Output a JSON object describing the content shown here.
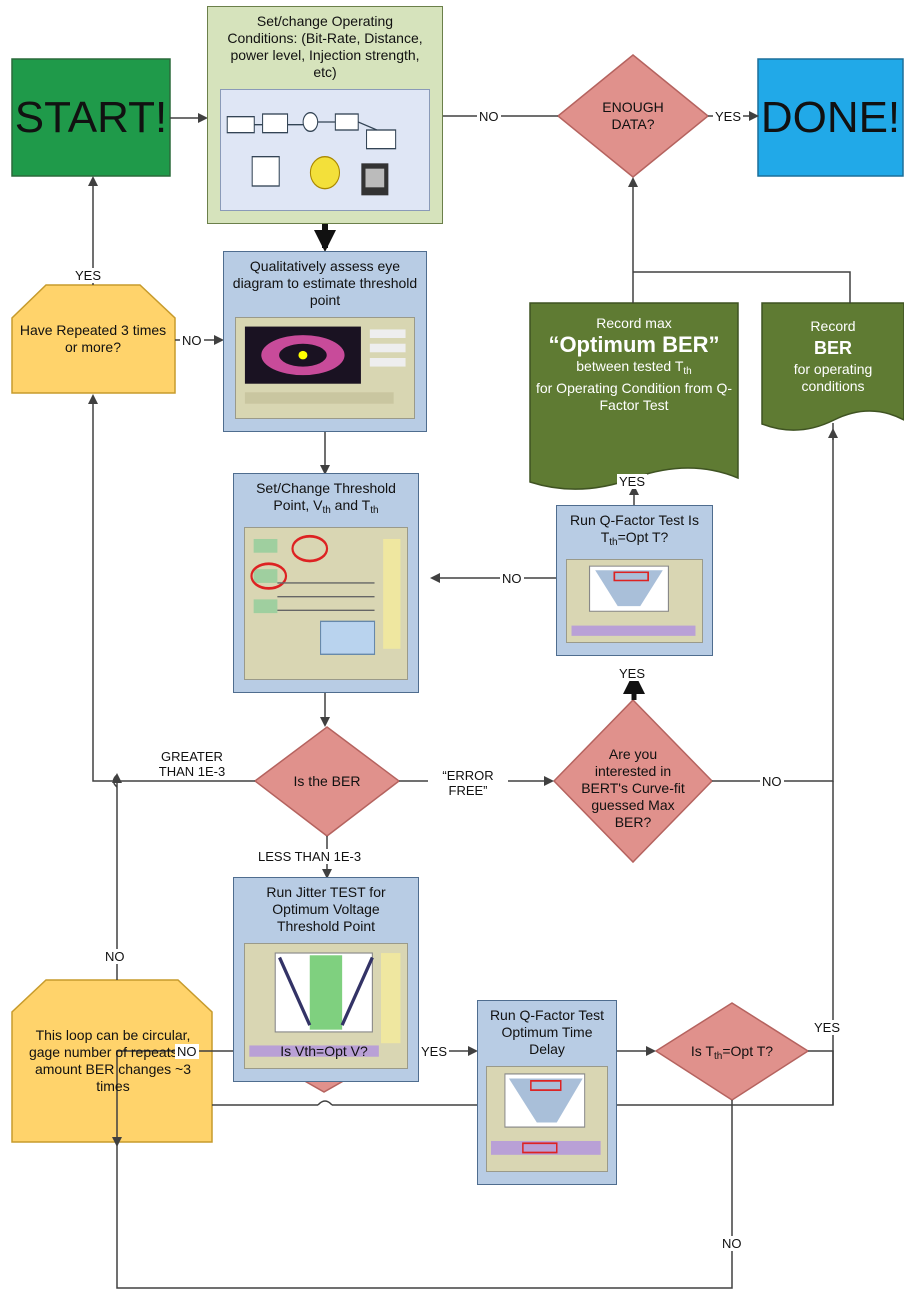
{
  "colors": {
    "start": "#1f9a4a",
    "done": "#21a9e8",
    "process": "#b8cce4",
    "process_top": "#d6e3bc",
    "decision": "#e0918c",
    "document": "#5f7b33",
    "loop": "#ffd36b",
    "connector": "#404040"
  },
  "nodes": {
    "start": "START!",
    "done": "DONE!",
    "set_conditions": "Set/change Operating Conditions: (Bit-Rate, Distance, power level, Injection strength, etc)",
    "assess_eye": "Qualitatively assess eye diagram to estimate threshold point",
    "set_threshold_a": "Set/Change Threshold Point, V",
    "set_threshold_sub1": "th",
    "set_threshold_b": " and T",
    "set_threshold_sub2": "th",
    "enough_data": "ENOUGH DATA?",
    "have_repeated": "Have Repeated 3 times or more?",
    "record_max_a": "Record max",
    "record_max_b": "“Optimum BER”",
    "record_max_c": "between tested T",
    "record_max_sub": "th",
    "record_max_d": " for Operating Condition from Q-Factor Test",
    "record_ber_a": "Record",
    "record_ber_b": "BER",
    "record_ber_c": "for operating conditions",
    "run_qfactor_a": "Run Q-Factor Test Is T",
    "run_qfactor_sub": "th",
    "run_qfactor_b": "=Opt T?",
    "is_ber": "Is the BER",
    "interested": "Are you interested in BERT's Curve-fit guessed Max BER?",
    "run_jitter": "Run Jitter TEST for Optimum Voltage Threshold Point",
    "loop_note": "This loop can be circular, gage number of repeats on amount BER changes ~3 times",
    "is_vth": "Is Vth=Opt V?",
    "run_qfactor_delay": "Run Q-Factor Test Optimum Time Delay",
    "is_tth_a": "Is T",
    "is_tth_sub": "th",
    "is_tth_b": "=Opt T?"
  },
  "labels": {
    "no_enough": "NO",
    "yes_enough": "YES",
    "yes_repeat": "YES",
    "no_repeat": "NO",
    "yes_qfactor": "YES",
    "no_qfactor": "NO",
    "yes_interested": "YES",
    "no_interested": "NO",
    "greater_than": "GREATER THAN 1E-3",
    "error_free": "“ERROR FREE”",
    "less_than": "LESS THAN 1E-3",
    "no_loop": "NO",
    "no_vth": "NO",
    "yes_vth": "YES",
    "yes_tth": "YES",
    "no_tth": "NO"
  }
}
